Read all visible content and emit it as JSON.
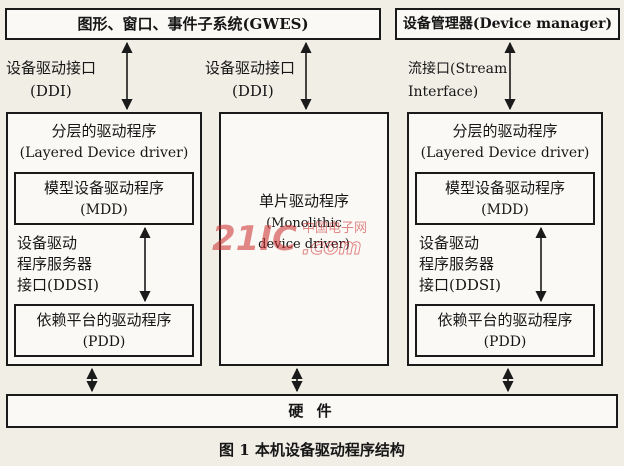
{
  "top": {
    "gwes": "图形、窗口、事件子系统(GWES)",
    "device_manager": "设备管理器(Device manager)"
  },
  "interfaces": {
    "ddi_left_1": "设备驱动接口",
    "ddi_left_2": "(DDI)",
    "ddi_mid_1": "设备驱动接口",
    "ddi_mid_2": "(DDI)",
    "stream_1": "流接口(Stream",
    "stream_2": "Interface)"
  },
  "left_stack": {
    "title_1": "分层的驱动程序",
    "title_2": "(Layered Device driver)",
    "mdd_1": "模型设备驱动程序",
    "mdd_2": "(MDD)",
    "ddsi_1": "设备驱动",
    "ddsi_2": "程序服务器",
    "ddsi_3": "接口(DDSI)",
    "pdd_1": "依赖平台的驱动程序",
    "pdd_2": "(PDD)"
  },
  "middle": {
    "title": "单片驱动程序",
    "sub_1": "(Monolithic",
    "sub_2": "device driver)"
  },
  "right_stack": {
    "title_1": "分层的驱动程序",
    "title_2": "(Layered Device driver)",
    "mdd_1": "模型设备驱动程序",
    "mdd_2": "(MDD)",
    "ddsi_1": "设备驱动",
    "ddsi_2": "程序服务器",
    "ddsi_3": "接口(DDSI)",
    "pdd_1": "依赖平台的驱动程序",
    "pdd_2": "(PDD)"
  },
  "hardware": "硬 件",
  "caption": "图 1 本机设备驱动程序结构",
  "watermark": {
    "logo": "21IC",
    "cn": "中国电子网",
    "com": ".com"
  },
  "colors": {
    "line": "#1a1a1a",
    "watermark": "#cc2b2b"
  }
}
